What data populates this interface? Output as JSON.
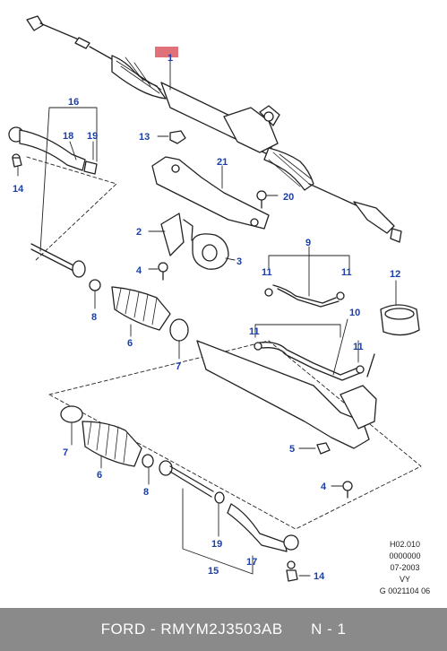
{
  "callouts": {
    "c1": "1",
    "c2": "2",
    "c3": "3",
    "c4a": "4",
    "c4b": "4",
    "c5": "5",
    "c6a": "6",
    "c6b": "6",
    "c7a": "7",
    "c7b": "7",
    "c8a": "8",
    "c8b": "8",
    "c9": "9",
    "c10": "10",
    "c11a": "11",
    "c11b": "11",
    "c11c": "11",
    "c11d": "11",
    "c12": "12",
    "c13": "13",
    "c14a": "14",
    "c14b": "14",
    "c15": "15",
    "c16": "16",
    "c17": "17",
    "c18": "18",
    "c19a": "19",
    "c19b": "19",
    "c20": "20",
    "c21": "21"
  },
  "info_block": {
    "line1": "H02.010",
    "line2": "0000000",
    "line3": "07-2003",
    "line4": "VY",
    "line5": "G 0021104 06"
  },
  "footer": {
    "text": "FORD - RMYM2J3503AB      N - 1"
  },
  "colors": {
    "callout": "#1a3fa8",
    "highlight": "#e0707a",
    "footer_bg": "#8a8a8a"
  }
}
